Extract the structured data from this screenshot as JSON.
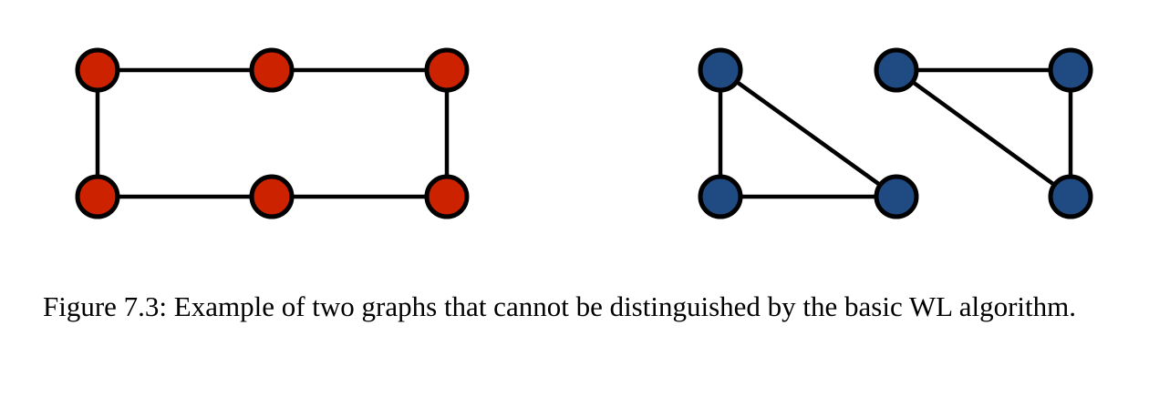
{
  "caption": {
    "text": "Figure 7.3: Example of two graphs that cannot be distinguished by the basic WL algorithm."
  },
  "colors": {
    "left_graph_node": "#cc2200",
    "right_graph_node": "#1f4a82",
    "edge": "#000000"
  },
  "graphs": [
    {
      "name": "six-cycle",
      "color_key": "left_graph_node",
      "nodes": [
        "a1",
        "a2",
        "a3",
        "a4",
        "a5",
        "a6"
      ],
      "edges": [
        [
          "a1",
          "a2"
        ],
        [
          "a2",
          "a3"
        ],
        [
          "a3",
          "a6"
        ],
        [
          "a6",
          "a5"
        ],
        [
          "a5",
          "a4"
        ],
        [
          "a4",
          "a1"
        ]
      ]
    },
    {
      "name": "two-triangles",
      "color_key": "right_graph_node",
      "nodes": [
        "b1",
        "b2",
        "b3",
        "b4",
        "b5",
        "b6"
      ],
      "edges": [
        [
          "b1",
          "b4"
        ],
        [
          "b4",
          "b5"
        ],
        [
          "b1",
          "b5"
        ],
        [
          "b2",
          "b3"
        ],
        [
          "b3",
          "b6"
        ],
        [
          "b2",
          "b6"
        ]
      ]
    }
  ]
}
